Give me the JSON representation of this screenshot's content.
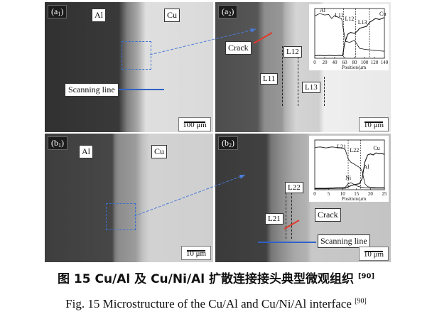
{
  "panels": {
    "a1": {
      "label_main": "(a",
      "label_sub": "1",
      "label_close": ")",
      "left_material": "Al",
      "right_material": "Cu",
      "annotation": "Scanning line",
      "scale": "100 μm"
    },
    "a2": {
      "label_main": "(a",
      "label_sub": "2",
      "label_close": ")",
      "annotation_crack": "Crack",
      "layers": [
        "L11",
        "L12",
        "L13"
      ],
      "scale": "10 μm"
    },
    "b1": {
      "label_main": "(b",
      "label_sub": "1",
      "label_close": ")",
      "left_material": "Al",
      "right_material": "Cu",
      "scale": "10 μm"
    },
    "b2": {
      "label_main": "(b",
      "label_sub": "2",
      "label_close": ")",
      "annotation_crack": "Crack",
      "annotation_scan": "Scanning line",
      "layers": [
        "L21",
        "L22"
      ],
      "scale": "10 μm"
    }
  },
  "chart_data": [
    {
      "type": "line",
      "panel": "a2",
      "xlabel": "Position/μm",
      "ylabel": "",
      "xlim": [
        0,
        140
      ],
      "ylim": [
        0,
        1
      ],
      "xticks": [
        0,
        20,
        40,
        60,
        80,
        100,
        120,
        140
      ],
      "region_lines_x": [
        58,
        82,
        110
      ],
      "region_labels": [
        "L11",
        "L12",
        "L13"
      ],
      "series": [
        {
          "name": "Al",
          "x": [
            0,
            10,
            20,
            28,
            34,
            40,
            48,
            54,
            58,
            62,
            70,
            80,
            90,
            100,
            110,
            120,
            130,
            140
          ],
          "y": [
            0.85,
            0.9,
            0.87,
            0.88,
            0.8,
            0.86,
            0.82,
            0.8,
            0.55,
            0.34,
            0.32,
            0.36,
            0.2,
            0.18,
            0.17,
            0.16,
            0.15,
            0.14
          ]
        },
        {
          "name": "Cu",
          "x": [
            0,
            10,
            20,
            30,
            40,
            50,
            56,
            60,
            66,
            72,
            80,
            86,
            90,
            96,
            104,
            110,
            116,
            122,
            130,
            140
          ],
          "y": [
            0.05,
            0.06,
            0.05,
            0.06,
            0.05,
            0.06,
            0.05,
            0.3,
            0.48,
            0.52,
            0.5,
            0.55,
            0.6,
            0.62,
            0.64,
            0.72,
            0.76,
            0.8,
            0.78,
            0.82
          ]
        }
      ]
    },
    {
      "type": "line",
      "panel": "b2",
      "xlabel": "Position/μm",
      "ylabel": "",
      "xlim": [
        0,
        25
      ],
      "ylim": [
        0,
        1
      ],
      "xticks": [
        0,
        5,
        10,
        15,
        20,
        25
      ],
      "region_lines_x": [
        12,
        16.5
      ],
      "region_labels": [
        "L21",
        "L22"
      ],
      "series": [
        {
          "name": "Al",
          "x": [
            0,
            2,
            4,
            6,
            8,
            10,
            11,
            12,
            13,
            14,
            16,
            17,
            18,
            19,
            20,
            22,
            25
          ],
          "y": [
            0.85,
            0.86,
            0.84,
            0.86,
            0.85,
            0.84,
            0.8,
            0.62,
            0.55,
            0.52,
            0.45,
            0.38,
            0.12,
            0.06,
            0.05,
            0.04,
            0.04
          ]
        },
        {
          "name": "Ni",
          "x": [
            0,
            4,
            8,
            10,
            11,
            12,
            13,
            14,
            15,
            16,
            17,
            18,
            20,
            25
          ],
          "y": [
            0.03,
            0.03,
            0.04,
            0.04,
            0.05,
            0.12,
            0.14,
            0.11,
            0.08,
            0.06,
            0.05,
            0.04,
            0.03,
            0.03
          ]
        },
        {
          "name": "Cu",
          "x": [
            0,
            4,
            8,
            11,
            12,
            14,
            16,
            17,
            18,
            19,
            20,
            21,
            22,
            23,
            24,
            25
          ],
          "y": [
            0.02,
            0.02,
            0.03,
            0.03,
            0.06,
            0.1,
            0.12,
            0.22,
            0.56,
            0.7,
            0.72,
            0.7,
            0.74,
            0.72,
            0.73,
            0.71
          ]
        }
      ]
    }
  ],
  "caption": {
    "zh_main": "图 15 Cu/Al 及 Cu/Ni/Al 扩散连接接头典型微观组织",
    "zh_ref": "[90]",
    "en_main": "Fig. 15 Microstructure of the Cu/Al and Cu/Ni/Al interface",
    "en_ref": "[90]"
  }
}
